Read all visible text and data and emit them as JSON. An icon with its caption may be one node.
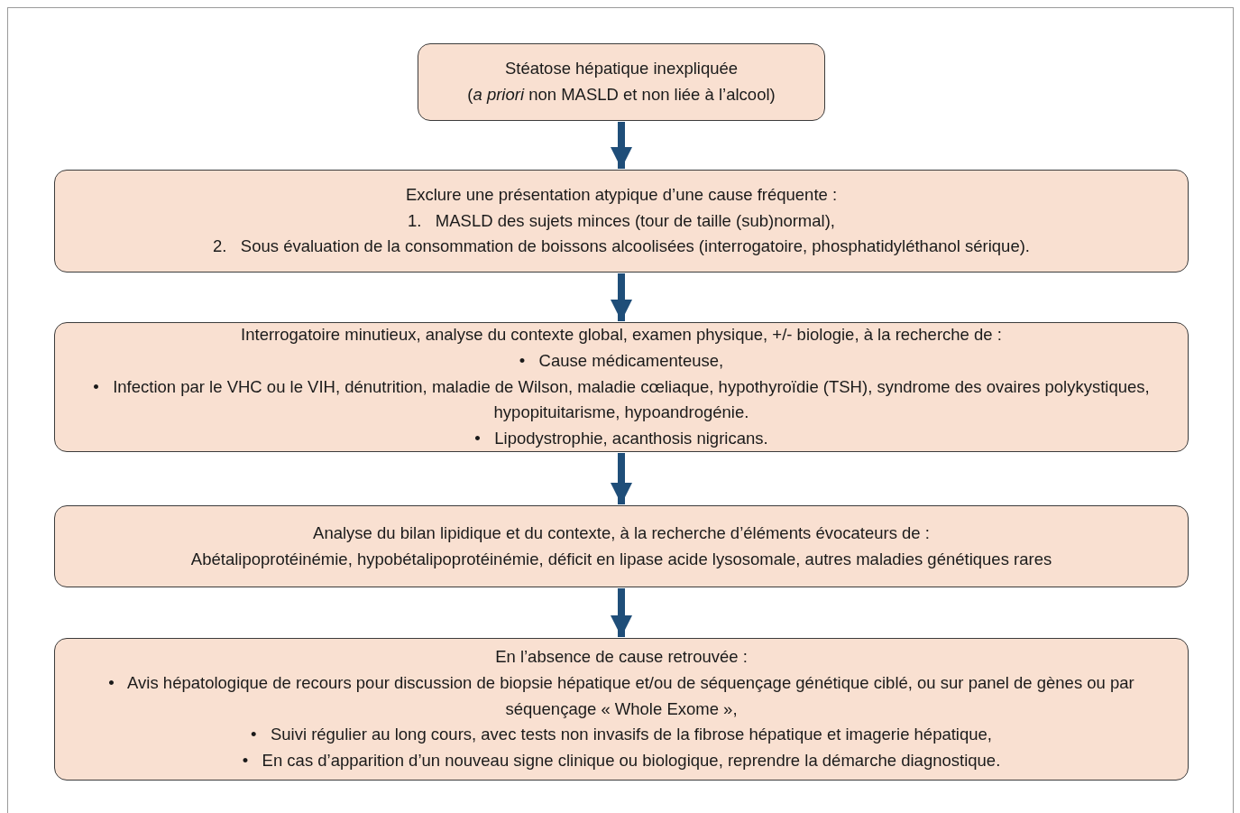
{
  "diagram": {
    "nodes": [
      {
        "text": [
          "Stéatose hépatique inexpliquée",
          "(*a priori* non MASLD et non liée à l’alcool)"
        ]
      },
      {
        "text": [
          "Exclure une présentation atypique d’une cause fréquente :",
          "1.   MASLD des sujets minces (tour de taille (sub)normal),",
          "2.   Sous évaluation de la consommation de boissons alcoolisées (interrogatoire, phosphatidyléthanol sérique)."
        ]
      },
      {
        "text": [
          "Interrogatoire minutieux, analyse du contexte global, examen physique, +/- biologie, à la recherche de :",
          "•   Cause médicamenteuse,",
          "•   Infection par le VHC ou le VIH, dénutrition, maladie de Wilson, maladie cœliaque, hypothyroïdie (TSH), syndrome des ovaires polykystiques, hypopituitarisme, hypoandrogénie.",
          "•   Lipodystrophie, acanthosis nigricans."
        ]
      },
      {
        "text": [
          "Analyse du bilan lipidique et du contexte, à la recherche d’éléments évocateurs de :",
          "Abétalipoprotéinémie, hypobétalipoprotéinémie, déficit en lipase acide lysosomale, autres maladies génétiques rares"
        ]
      },
      {
        "text": [
          "En l’absence de cause retrouvée :",
          "•   Avis hépatologique de recours pour discussion de biopsie hépatique et/ou de séquençage génétique ciblé, ou sur panel de gènes ou par séquençage « Whole Exome »,",
          "•   Suivi régulier au long cours, avec tests non invasifs de la fibrose hépatique et imagerie hépatique,",
          "•   En cas d’apparition d’un nouveau signe clinique ou biologique, reprendre la démarche diagnostique."
        ]
      }
    ],
    "edges": [
      {
        "from": 0,
        "to": 1,
        "arrow": "to"
      },
      {
        "from": 1,
        "to": 2,
        "arrow": "to"
      },
      {
        "from": 2,
        "to": 3,
        "arrow": "to"
      },
      {
        "from": 3,
        "to": 4,
        "arrow": "to"
      }
    ]
  }
}
